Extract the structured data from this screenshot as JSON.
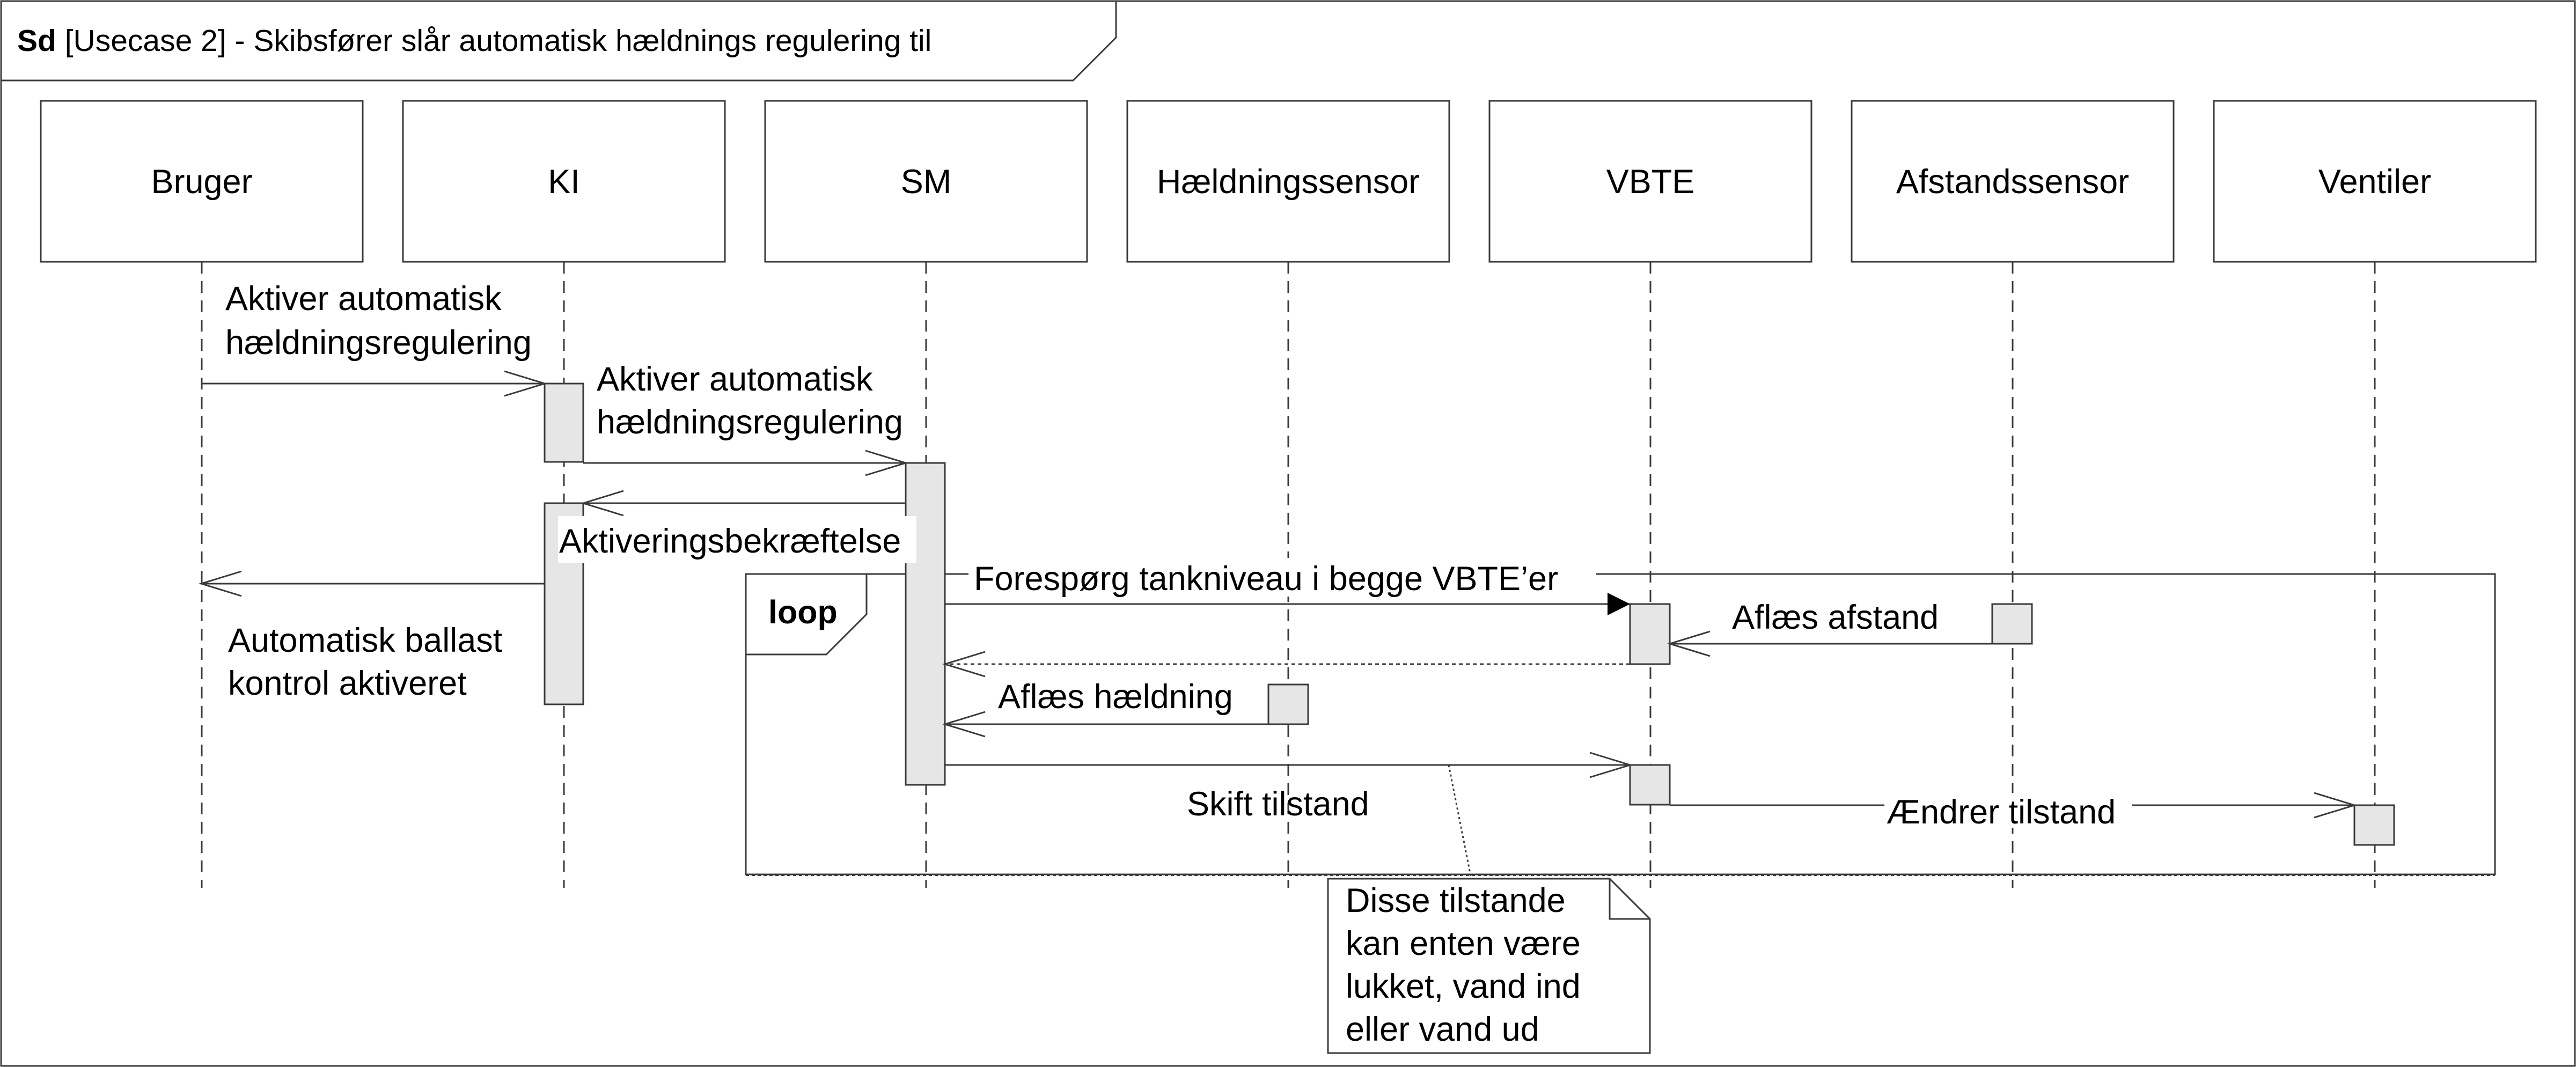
{
  "frame": {
    "keyword": "Sd",
    "title": "[Usecase 2] - Skibsfører slår automatisk hældnings regulering til"
  },
  "lifelines": [
    {
      "id": "bruger",
      "label": "Bruger"
    },
    {
      "id": "ki",
      "label": "KI"
    },
    {
      "id": "sm",
      "label": "SM"
    },
    {
      "id": "haeldningssensor",
      "label": "Hældningssensor"
    },
    {
      "id": "vbte",
      "label": "VBTE"
    },
    {
      "id": "afstandssensor",
      "label": "Afstandssensor"
    },
    {
      "id": "ventiler",
      "label": "Ventiler"
    }
  ],
  "messages": [
    {
      "id": "m1",
      "from": "bruger",
      "to": "ki",
      "kind": "async",
      "lines": [
        "Aktiver automatisk",
        "hældningsregulering"
      ]
    },
    {
      "id": "m2",
      "from": "ki",
      "to": "sm",
      "kind": "async",
      "lines": [
        "Aktiver automatisk",
        "hældningsregulering"
      ]
    },
    {
      "id": "m3",
      "from": "sm",
      "to": "ki",
      "kind": "async",
      "lines": [
        "Aktiveringsbekræftelse"
      ]
    },
    {
      "id": "m4",
      "from": "ki",
      "to": "bruger",
      "kind": "async",
      "lines": [
        "Automatisk ballast",
        "kontrol aktiveret"
      ]
    },
    {
      "id": "m5",
      "from": "sm",
      "to": "vbte",
      "kind": "sync",
      "lines": [
        "Forespørg tankniveau i begge VBTE’er"
      ]
    },
    {
      "id": "m6",
      "from": "afstandssensor",
      "to": "vbte",
      "kind": "async",
      "lines": [
        "Aflæs afstand"
      ]
    },
    {
      "id": "m7",
      "from": "vbte",
      "to": "sm",
      "kind": "reply",
      "lines": []
    },
    {
      "id": "m8",
      "from": "haeldningssensor",
      "to": "sm",
      "kind": "async",
      "lines": [
        "Aflæs hældning"
      ]
    },
    {
      "id": "m9",
      "from": "sm",
      "to": "vbte",
      "kind": "async",
      "lines": [
        "Skift tilstand"
      ]
    },
    {
      "id": "m10",
      "from": "vbte",
      "to": "ventiler",
      "kind": "async",
      "lines": [
        "Ændrer tilstand"
      ]
    }
  ],
  "fragment": {
    "operator": "loop"
  },
  "note": {
    "lines": [
      "Disse tilstande",
      "kan enten være",
      "lukket, vand ind",
      "eller vand ud"
    ]
  }
}
